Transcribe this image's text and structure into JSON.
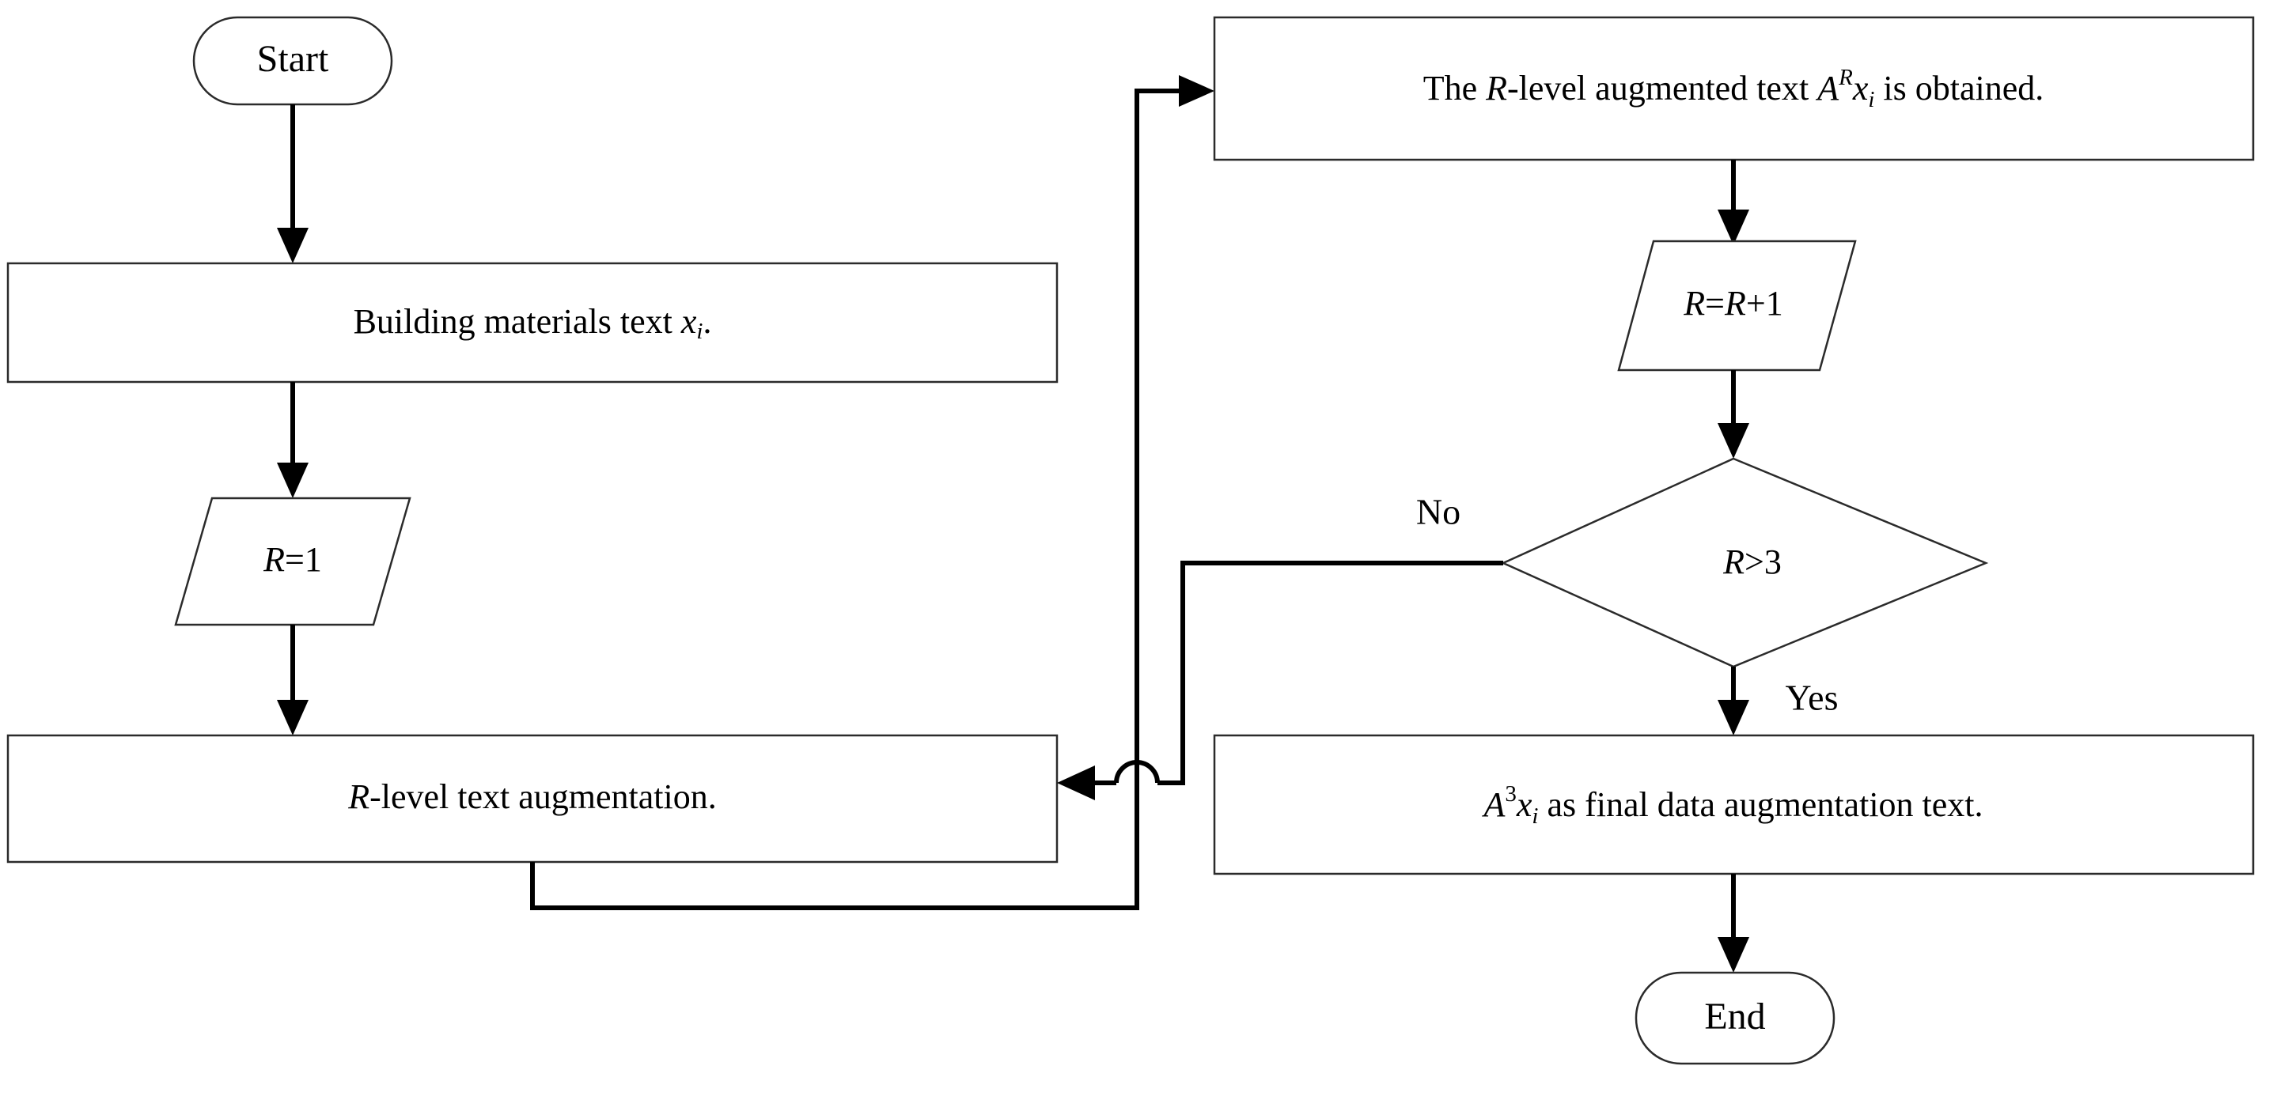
{
  "diagram": {
    "type": "flowchart",
    "orientation": "two-column",
    "background_color": "#ffffff",
    "line_color": "#000000",
    "text_color": "#000000"
  },
  "nodes": {
    "start": {
      "shape": "terminator",
      "label": "Start"
    },
    "building_materials": {
      "shape": "process",
      "label_prefix": "Building materials text ",
      "label_var": "x",
      "label_sub": "i",
      "label_suffix": "."
    },
    "init_r": {
      "shape": "data-parallelogram",
      "label_var": "R",
      "label_rest": "=1"
    },
    "augment": {
      "shape": "process",
      "label_var": "R",
      "label_rest": "-level text augmentation."
    },
    "obtained": {
      "shape": "process",
      "label_a": "The ",
      "label_var1": "R",
      "label_b": "-level augmented text ",
      "label_var2": "A",
      "label_sup": "R",
      "label_var3": "x",
      "label_sub": "i",
      "label_c": " is obtained."
    },
    "increment_r": {
      "shape": "data-parallelogram",
      "label_var1": "R",
      "label_mid": "=",
      "label_var2": "R",
      "label_rest": "+1"
    },
    "decision": {
      "shape": "diamond",
      "label_var": "R",
      "label_rest": ">3"
    },
    "final_text": {
      "shape": "process",
      "label_var1": "A",
      "label_sup": "3",
      "label_var2": "x",
      "label_sub": "i",
      "label_rest": " as final data augmentation text."
    },
    "end": {
      "shape": "terminator",
      "label": "End"
    }
  },
  "edge_labels": {
    "no": "No",
    "yes": "Yes"
  },
  "edges": [
    {
      "from": "start",
      "to": "building_materials",
      "label": ""
    },
    {
      "from": "building_materials",
      "to": "init_r",
      "label": ""
    },
    {
      "from": "init_r",
      "to": "augment",
      "label": ""
    },
    {
      "from": "augment",
      "to": "obtained",
      "label": ""
    },
    {
      "from": "obtained",
      "to": "increment_r",
      "label": ""
    },
    {
      "from": "increment_r",
      "to": "decision",
      "label": ""
    },
    {
      "from": "decision",
      "to": "augment",
      "label": "No"
    },
    {
      "from": "decision",
      "to": "final_text",
      "label": "Yes"
    },
    {
      "from": "final_text",
      "to": "end",
      "label": ""
    }
  ]
}
